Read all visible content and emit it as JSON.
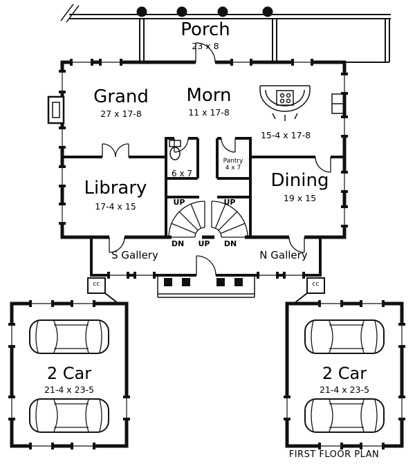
{
  "plan": {
    "title": "FIRST FLOOR PLAN",
    "porch": {
      "name": "Porch",
      "dims": "23 x 8"
    },
    "grand": {
      "name": "Grand",
      "dims": "27 x 17-8"
    },
    "morn": {
      "name": "Morn",
      "dims": "11 x 17-8"
    },
    "kitchen": {
      "dims": "15-4 x 17-8"
    },
    "library": {
      "name": "Library",
      "dims": "17-4 x 15"
    },
    "dining": {
      "name": "Dining",
      "dims": "19 x 15"
    },
    "bath": {
      "dims": "6 x 7"
    },
    "pantry": {
      "name": "Pantry",
      "dims": "4 x 7"
    },
    "stairs": {
      "up_left": "UP",
      "up_right": "UP",
      "dn_left": "DN",
      "up_mid": "UP",
      "dn_right": "DN"
    },
    "galleries": {
      "south": "S Gallery",
      "north": "N Gallery"
    },
    "connectors": {
      "left": "cc",
      "right": "cc"
    },
    "garage_left": {
      "name": "2 Car",
      "dims": "21-4 x 23-5"
    },
    "garage_right": {
      "name": "2 Car",
      "dims": "21-4 x 23-5"
    }
  }
}
